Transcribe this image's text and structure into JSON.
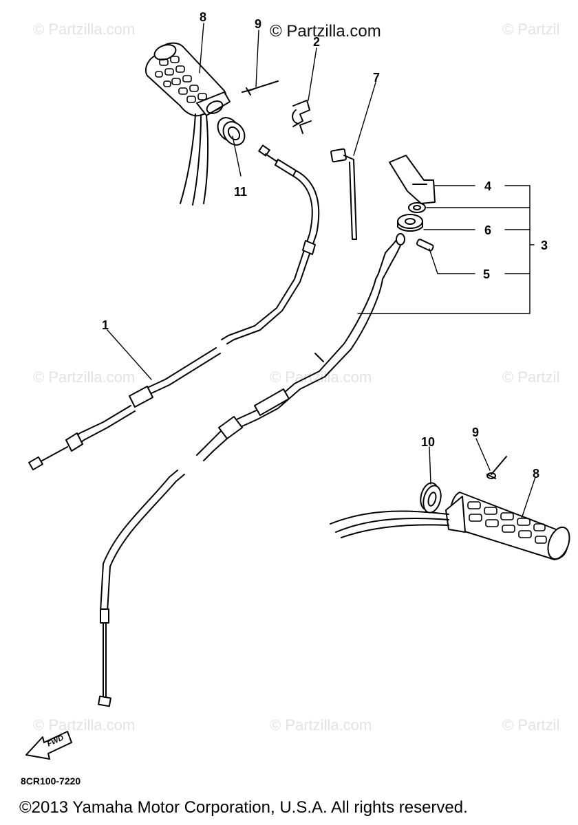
{
  "watermark": {
    "header_text": "© Partzilla.com",
    "repeat_text": "© Partzilla.com",
    "repeat_text_cut": "© Partzil"
  },
  "callouts": {
    "c1": "1",
    "c2": "2",
    "c3": "3",
    "c4": "4",
    "c5": "5",
    "c6": "6",
    "c7": "7",
    "c8_top": "8",
    "c8_bottom": "8",
    "c9_top": "9",
    "c9_bottom": "9",
    "c10": "10",
    "c11": "11"
  },
  "fwd_label": "FWD",
  "diagram_code": "8CR100-7220",
  "copyright": "©2013  Yamaha Motor Corporation, U.S.A. All rights reserved."
}
